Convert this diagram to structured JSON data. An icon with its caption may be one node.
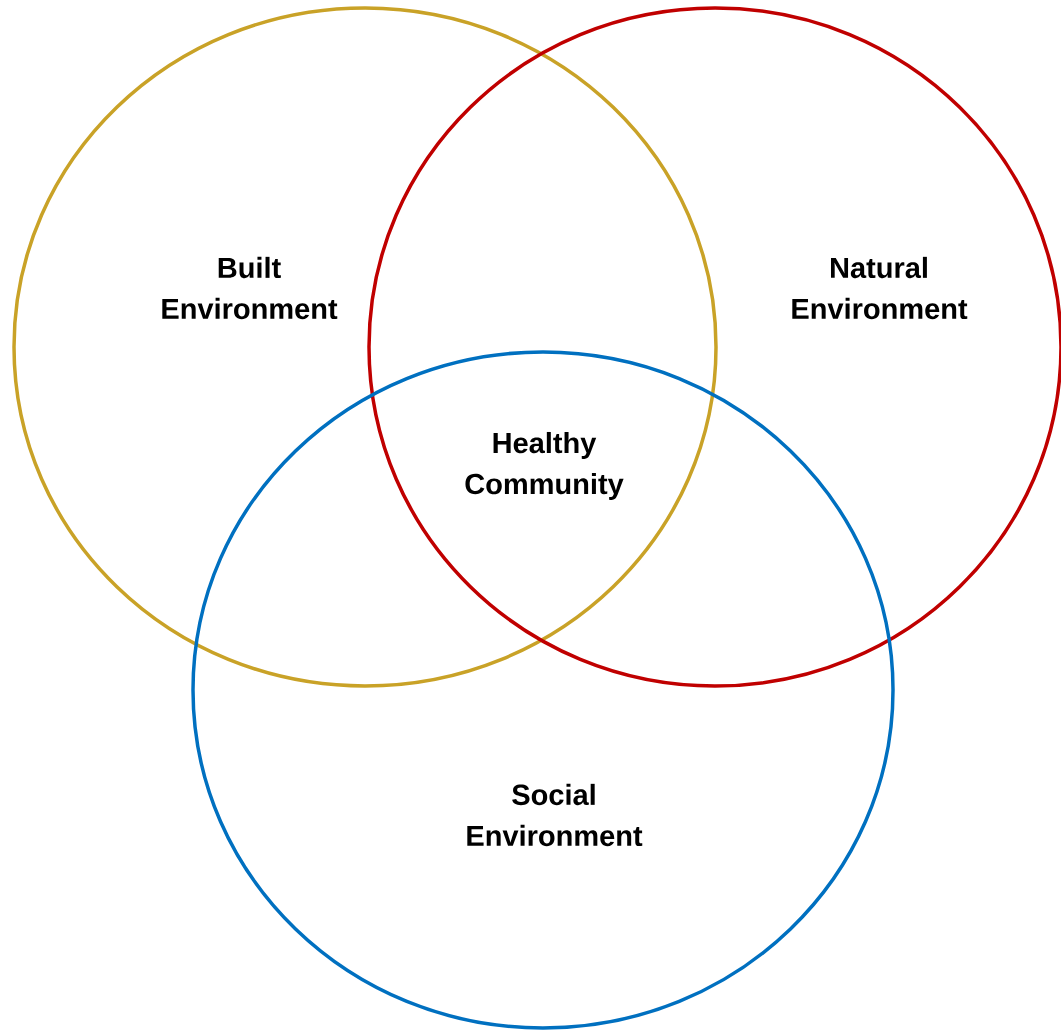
{
  "diagram": {
    "nodes": [
      {
        "text": [
          "Built Environment"
        ]
      },
      {
        "text": [
          "Natural Environment"
        ]
      },
      {
        "text": [
          "Social Environment"
        ]
      }
    ],
    "labels": [
      "Healthy Community"
    ]
  }
}
